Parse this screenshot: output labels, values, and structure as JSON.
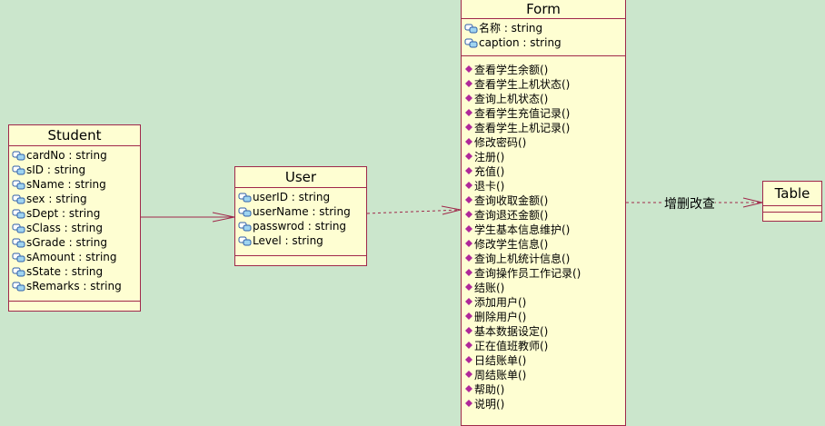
{
  "classes": {
    "student": {
      "name": "Student",
      "attributes": [
        "cardNo : string",
        "sID : string",
        "sName : string",
        "sex : string",
        "sDept : string",
        "sClass : string",
        "sGrade : string",
        "sAmount : string",
        "sState : string",
        "sRemarks : string"
      ]
    },
    "user": {
      "name": "User",
      "attributes": [
        "userID : string",
        "userName : string",
        "passwrod : string",
        "Level : string"
      ]
    },
    "form": {
      "name": "Form",
      "attributes": [
        "名称 : string",
        "caption : string"
      ],
      "operations": [
        "查看学生余额()",
        "查看学生上机状态()",
        "查询上机状态()",
        "查看学生充值记录()",
        "查看学生上机记录()",
        "修改密码()",
        "注册()",
        "充值()",
        "退卡()",
        "查询收取金额()",
        "查询退还金额()",
        "学生基本信息维护()",
        "修改学生信息()",
        "查询上机统计信息()",
        "查询操作员工作记录()",
        "结账()",
        "添加用户()",
        "删除用户()",
        "基本数据设定()",
        "正在值班教师()",
        "日结账单()",
        "周结账单()",
        "帮助()",
        "说明()"
      ]
    },
    "table": {
      "name": "Table"
    }
  },
  "relations": {
    "form_table_label": "增删改查"
  },
  "colors": {
    "background": "#cbe6cc",
    "class_fill": "#fefed2",
    "class_border": "#a0284a",
    "attribute_icon": "#2f5fa8",
    "operation_icon": "#b0289a"
  }
}
